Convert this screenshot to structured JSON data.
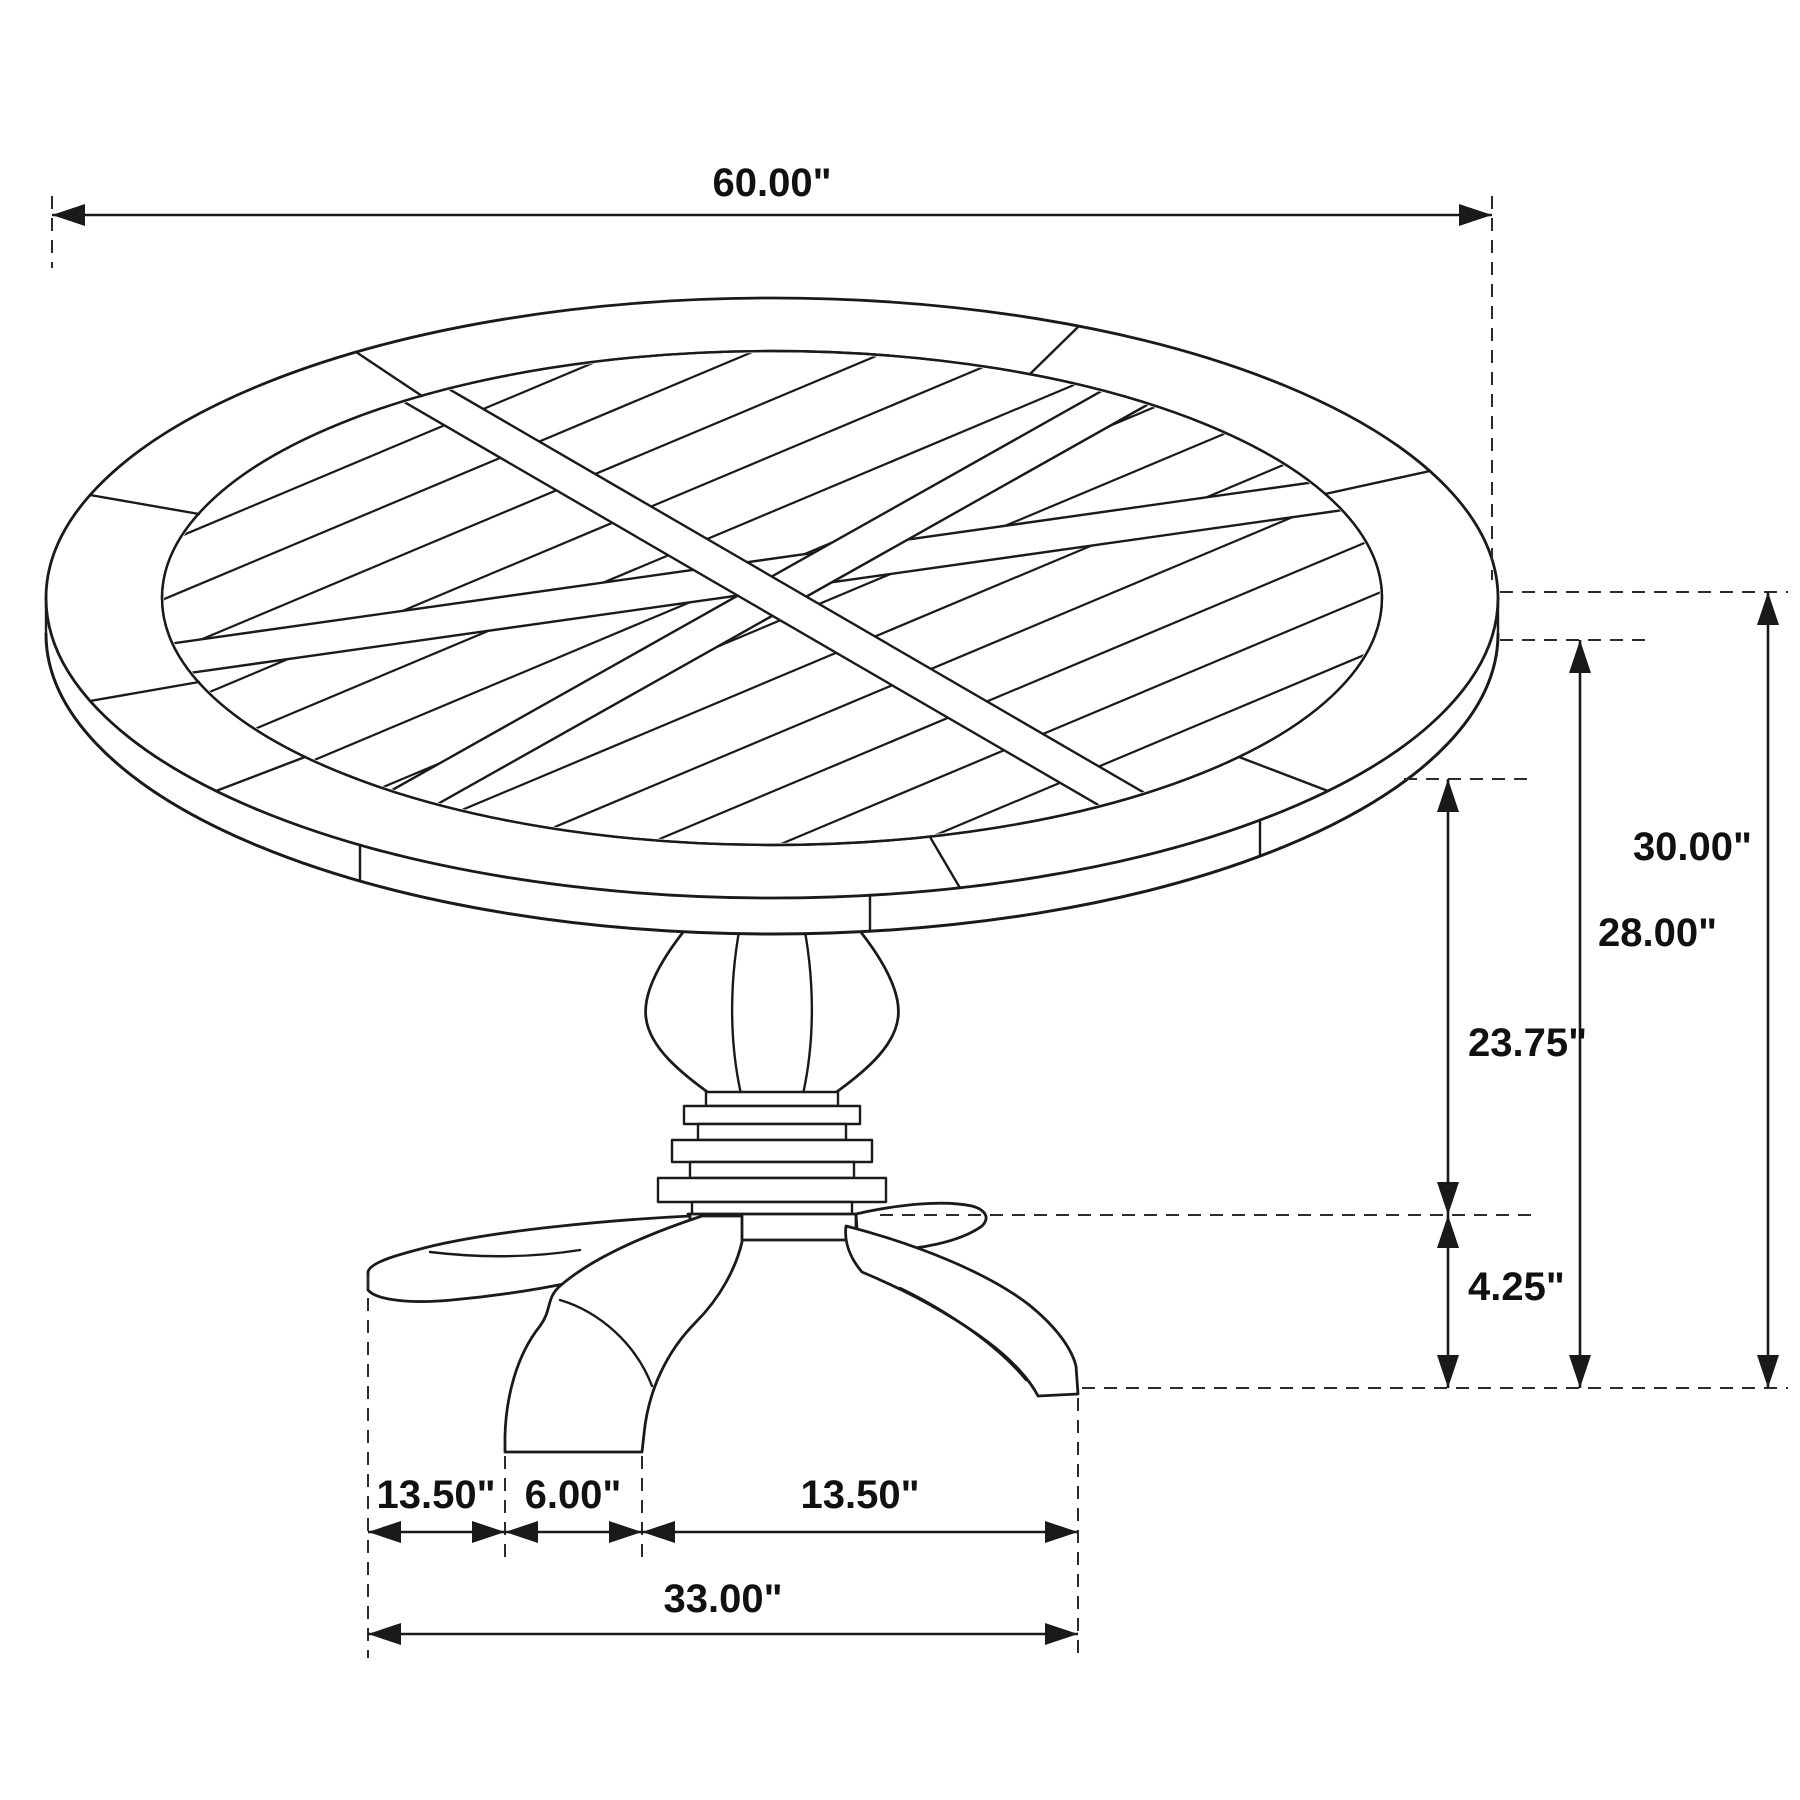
{
  "diagram": {
    "background_color": "#ffffff",
    "line_color": "#1a1a1a",
    "dimensions": {
      "top_diameter": "60.00\"",
      "overall_height": "30.00\"",
      "underside_height": "28.00\"",
      "clearance_height": "23.75\"",
      "base_height": "4.25\"",
      "foot_left": "13.50\"",
      "foot_center": "6.00\"",
      "foot_right": "13.50\"",
      "base_width": "33.00\""
    }
  }
}
